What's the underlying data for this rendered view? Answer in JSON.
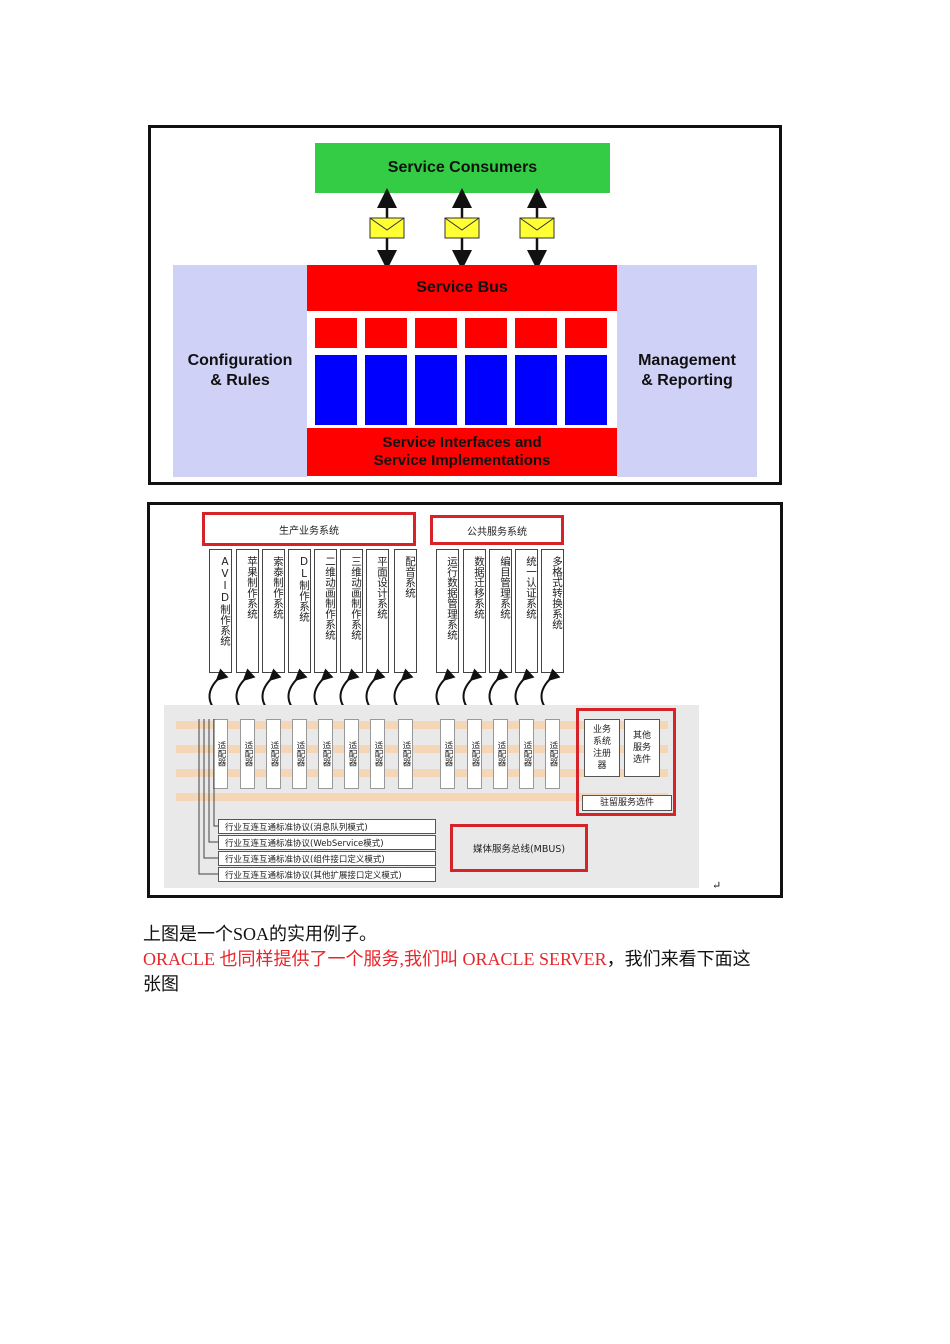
{
  "figure1": {
    "consumers": "Service Consumers",
    "service_bus": "Service Bus",
    "left_label": "Configuration\n& Rules",
    "right_label": "Management\n& Reporting",
    "impl_label": "Service Interfaces and\nService Implementations",
    "colors": {
      "green": "#33cc44",
      "red": "#ff0000",
      "blue": "#0000ff",
      "side": "#cfd1f6",
      "envelope": "#ffff33"
    }
  },
  "figure2": {
    "group_production": "生产业务系统",
    "group_public": "公共服务系统",
    "production_systems": [
      "AVID制作系统",
      "苹果制作系统",
      "索泰制作系统",
      "DL制作系统",
      "二维动画制作系统",
      "三维动画制作系统",
      "平面设计系统",
      "配音系统"
    ],
    "public_systems": [
      "运行数据管理系统",
      "数据迁移系统",
      "编目管理系统",
      "统一认证系统",
      "多格式转换系统"
    ],
    "adapter": "适配器",
    "protocols": [
      "行业互连互通标准协议(消息队列模式)",
      "行业互连互通标准协议(WebService模式)",
      "行业互连互通标准协议(组件接口定义模式)",
      "行业互连互通标准协议(其他扩展接口定义模式)"
    ],
    "registry": "业务系统注册器",
    "other_components": "其他服务选件",
    "resident_components": "驻留服务选件",
    "mbus": "媒体服务总线(MBUS)",
    "return_mark": "↵"
  },
  "text": {
    "line1": "上图是一个SOA的实用例子。",
    "line2_red": "ORACLE 也同样提供了一个服务,我们叫 ORACLE SERVER",
    "line2_black": "，我们来看下面这",
    "line3": "张图"
  }
}
